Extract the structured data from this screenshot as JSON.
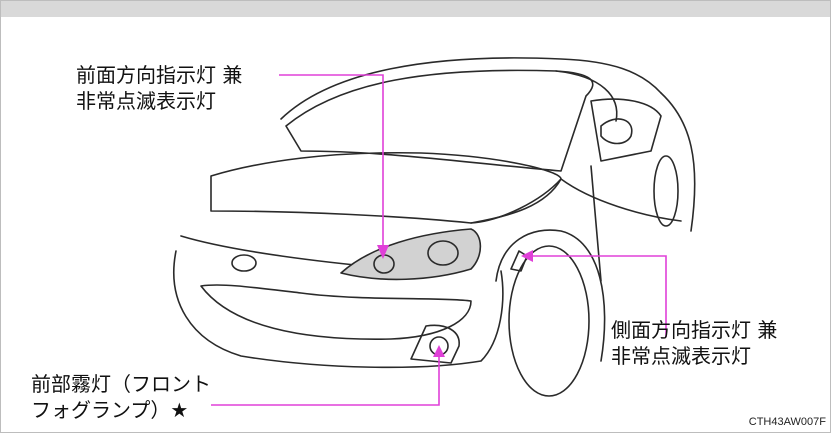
{
  "callouts": {
    "front_turn": {
      "line1": "前面方向指示灯 兼",
      "line2": "非常点滅表示灯"
    },
    "side_turn": {
      "line1": "側面方向指示灯 兼",
      "line2": "非常点滅表示灯"
    },
    "front_fog": {
      "line1": "前部霧灯（フロント",
      "line2": "フォグランプ）★"
    }
  },
  "figure_code": "CTH43AW007F",
  "colors": {
    "leader": "#e040d8",
    "outline": "#2a2a2a",
    "lamp_fill": "#d2d2d2",
    "header": "#d9d9d9"
  }
}
